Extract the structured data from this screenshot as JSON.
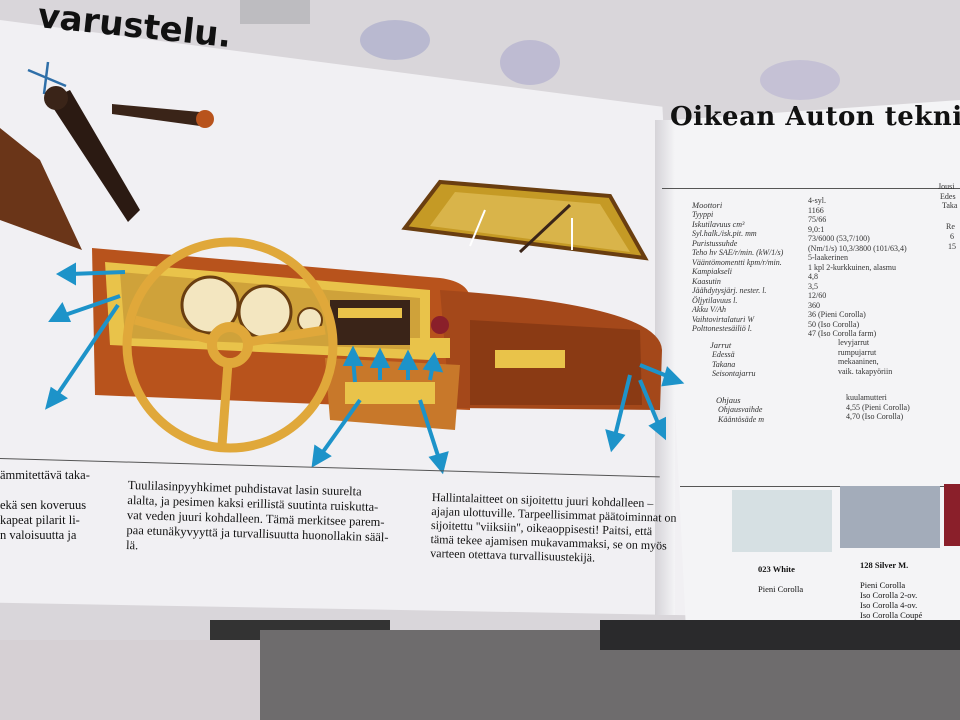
{
  "headline": "varustelu.",
  "right_title": "Oikean Auton tekniset",
  "left_column_text": "ämmitettävä taka-\n\nekä sen koveruus\nkapeat pilarit li-\nn valoisuutta ja",
  "middle_column_text": "Tuulilasinpyyhkimet puhdistavat lasin suurelta\nalalta, ja pesimen kaksi erillistä suutinta ruiskutta-\nvat veden juuri kohdalleen. Tämä merkitsee parem-\npaa etunäkyvyyttä ja turvallisuutta huonollakin sääl-\nlä.",
  "right_column_text": "Hallintalaitteet on sijoitettu juuri kohdalleen –\najajan ulottuville. Tarpeellisimmat päätoiminnat on\nsijoitettu ''viiksiin'', oikeaoppisesti! Paitsi, että\ntämä tekee ajamisen mukavammaksi, se on myös\nvarteen otettava turvallisuustekijä.",
  "specs": {
    "engine_header": "Moottori",
    "engine_labels": [
      "Tyyppi",
      "Iskutilavuus cm³",
      "Syl.halk./isk.pit. mm",
      "Puristussuhde",
      "Teho hv SAE/r/min. (kW/1/s)",
      "Vääntömomentti kpm/r/min.",
      "Kampiakseli",
      "Kaasutin",
      "Jäähdytysjärj. nester. l.",
      "Öljytilavuus l.",
      "Akku V/Ah",
      "Vaihtovirtalaturi W",
      "Polttonestesäiliö l."
    ],
    "engine_values": [
      "4-syl.",
      "1166",
      "75/66",
      "9,0:1",
      "73/6000 (53,7/100)",
      "(Nm/1/s) 10,3/3800 (101/63,4)",
      "5-laakerinen",
      "1 kpl 2-kurkkuinen, alasmu",
      "4,8",
      "3,5",
      "12/60",
      "360",
      "36 (Pieni Corolla)",
      "50 (Iso Corolla)",
      "47 (Iso Corolla farm)"
    ],
    "brakes_header": "Jarrut",
    "brakes_labels": [
      "Edessä",
      "Takana",
      "Seisontajarru"
    ],
    "brakes_values": [
      "levyjarrut",
      "rumpujarrut",
      "mekaaninen,",
      "vaik. takapyöriin"
    ],
    "steering_header": "Ohjaus",
    "steering_labels": [
      "Ohjausvaihde",
      "Kääntösäde m"
    ],
    "steering_values": [
      "kuulamutteri",
      "4,55 (Pieni Corolla)",
      "4,70 (Iso Corolla)"
    ],
    "edge_fragments": [
      "Jousi",
      "Edes",
      "Taka",
      "Re",
      "6",
      "15"
    ]
  },
  "colors": [
    {
      "code": "023 White",
      "models": "Pieni Corolla",
      "hex": "#d6e0e3"
    },
    {
      "code": "128 Silver M.",
      "models": "Pieni Corolla\nIso Corolla 2-ov.\nIso Corolla 4-ov.\nIso Corolla Coupé",
      "hex": "#a3acba"
    },
    {
      "code": "",
      "models": "",
      "hex": "#8a1f2a"
    }
  ],
  "palette": {
    "dash_orange": "#b8531c",
    "dash_yellow": "#e9c34a",
    "arrow_blue": "#1d93c9",
    "wheel": "#e0a83a"
  }
}
